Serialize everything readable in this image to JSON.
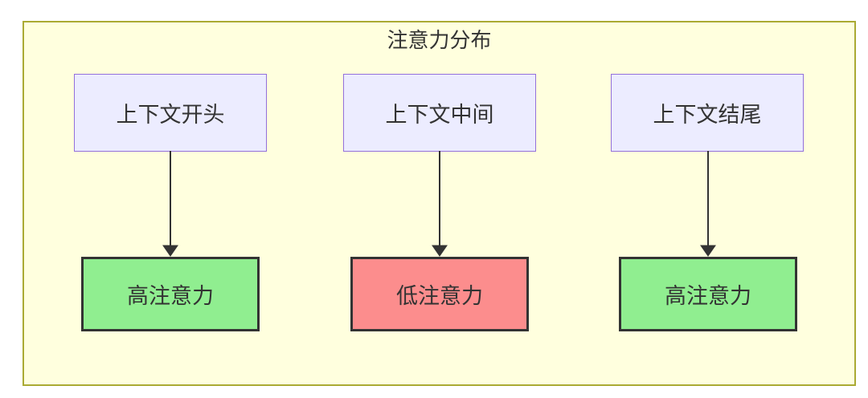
{
  "diagram": {
    "title": "注意力分布",
    "columns": [
      {
        "source": "上下文开头",
        "target": "高注意力",
        "level": "high"
      },
      {
        "source": "上下文中间",
        "target": "低注意力",
        "level": "low"
      },
      {
        "source": "上下文结尾",
        "target": "高注意力",
        "level": "high"
      }
    ],
    "colors": {
      "container_fill": "#ffffde",
      "container_border": "#aaaa33",
      "source_fill": "#ececff",
      "source_border": "#9370db",
      "high_fill": "#90ee90",
      "low_fill": "#fc8d8d",
      "target_border": "#333333",
      "text": "#333333",
      "arrow": "#333333"
    }
  }
}
